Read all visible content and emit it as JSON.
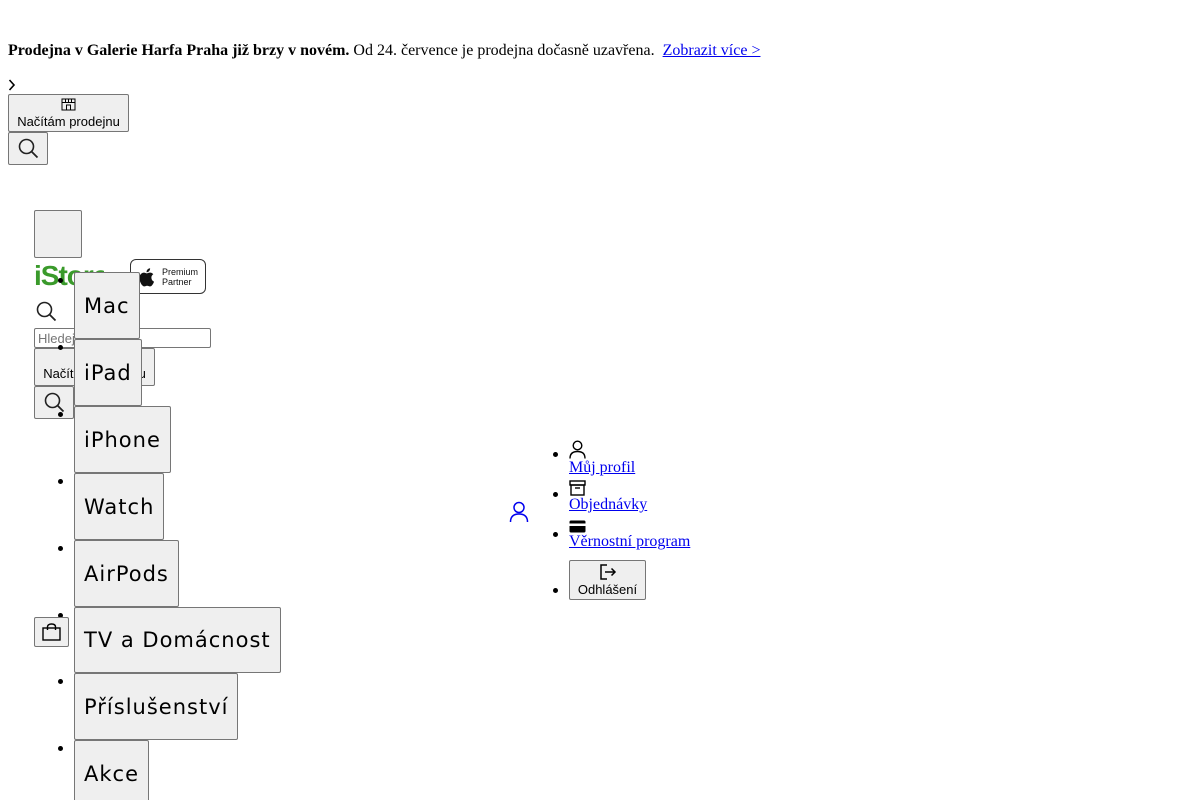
{
  "announcement": {
    "bold": "Prodejna v Galerie Harfa Praha již brzy v novém.",
    "text": "Od 24. července je prodejna dočasně uzavřena.",
    "link": "Zobrazit více >"
  },
  "store_top": {
    "label": "Načítám prodejnu"
  },
  "store_mid": {
    "label": "Načítám prodejnu"
  },
  "logo": {
    "text": "iStores"
  },
  "partner": {
    "line1": "Premium",
    "line2": "Partner"
  },
  "search": {
    "placeholder": "Hledej"
  },
  "categories": [
    {
      "label": "Mac"
    },
    {
      "label": "iPad"
    },
    {
      "label": "iPhone"
    },
    {
      "label": "Watch"
    },
    {
      "label": "AirPods"
    },
    {
      "label": "TV a Domácnost"
    },
    {
      "label": "Příslušenství"
    },
    {
      "label": "Akce"
    }
  ],
  "user_menu": {
    "profile": "Můj profil",
    "orders": "Objednávky",
    "loyalty": "Věrnostní program",
    "logout": "Odhlášení"
  },
  "icons": {
    "store": "store-icon",
    "search": "search-icon",
    "user": "user-icon",
    "orders": "box-icon",
    "loyalty": "card-icon",
    "logout": "logout-icon",
    "cart": "shopping-bag-icon",
    "chevron": "chevron-right-icon"
  },
  "colors": {
    "brand_green": "#3a9a2b",
    "link": "#0000ee"
  }
}
